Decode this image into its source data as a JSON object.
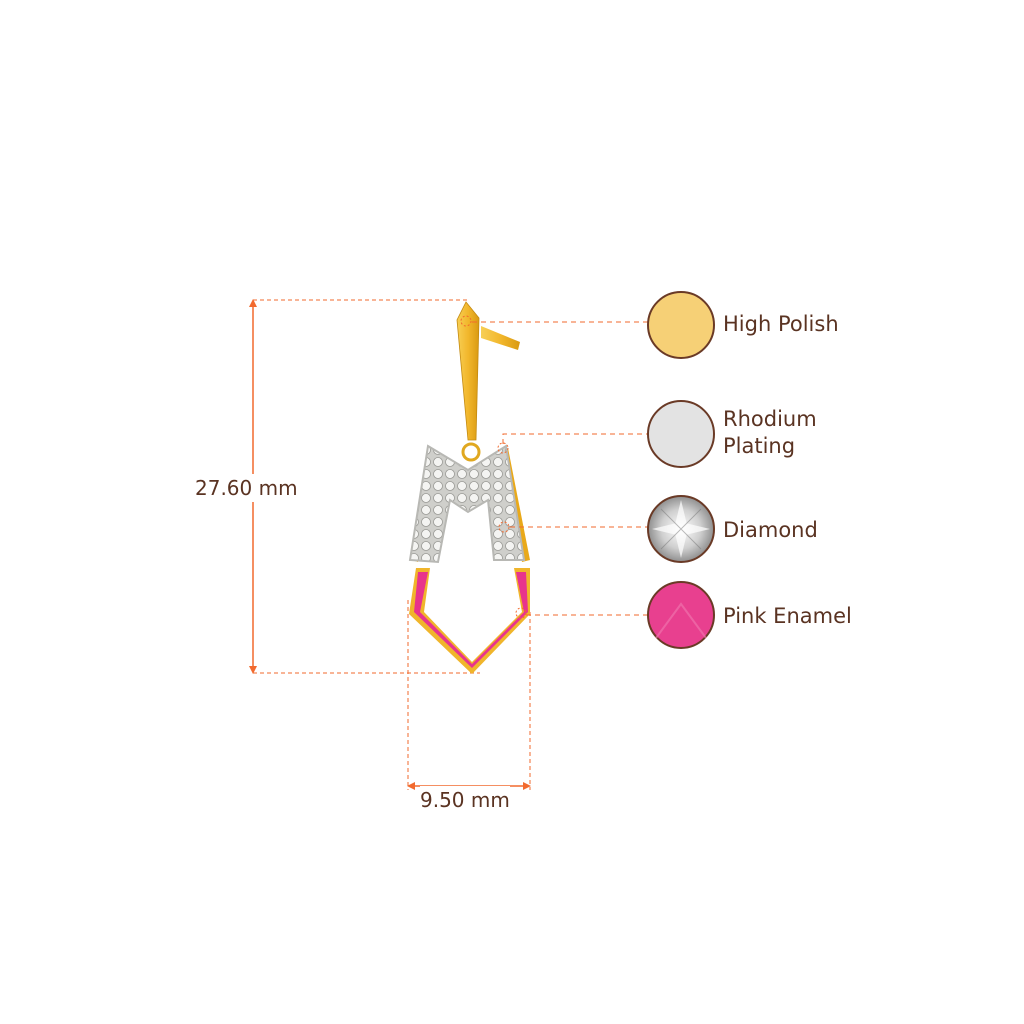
{
  "dimensions": {
    "height_label": "27.60 mm",
    "width_label": "9.50 mm"
  },
  "materials": [
    {
      "label": "High Polish",
      "color": "#f6d076"
    },
    {
      "label_line1": "Rhodium",
      "label_line2": "Plating",
      "color": "#e3e3e3"
    },
    {
      "label": "Diamond",
      "color": "#d9d9d9"
    },
    {
      "label": "Pink Enamel",
      "color": "#e83f93"
    }
  ],
  "colors": {
    "leader": "#f26a2e",
    "text": "#5a3322",
    "gold": "#f2b72c",
    "pink": "#e8348c",
    "silver": "#d8d8d4"
  }
}
